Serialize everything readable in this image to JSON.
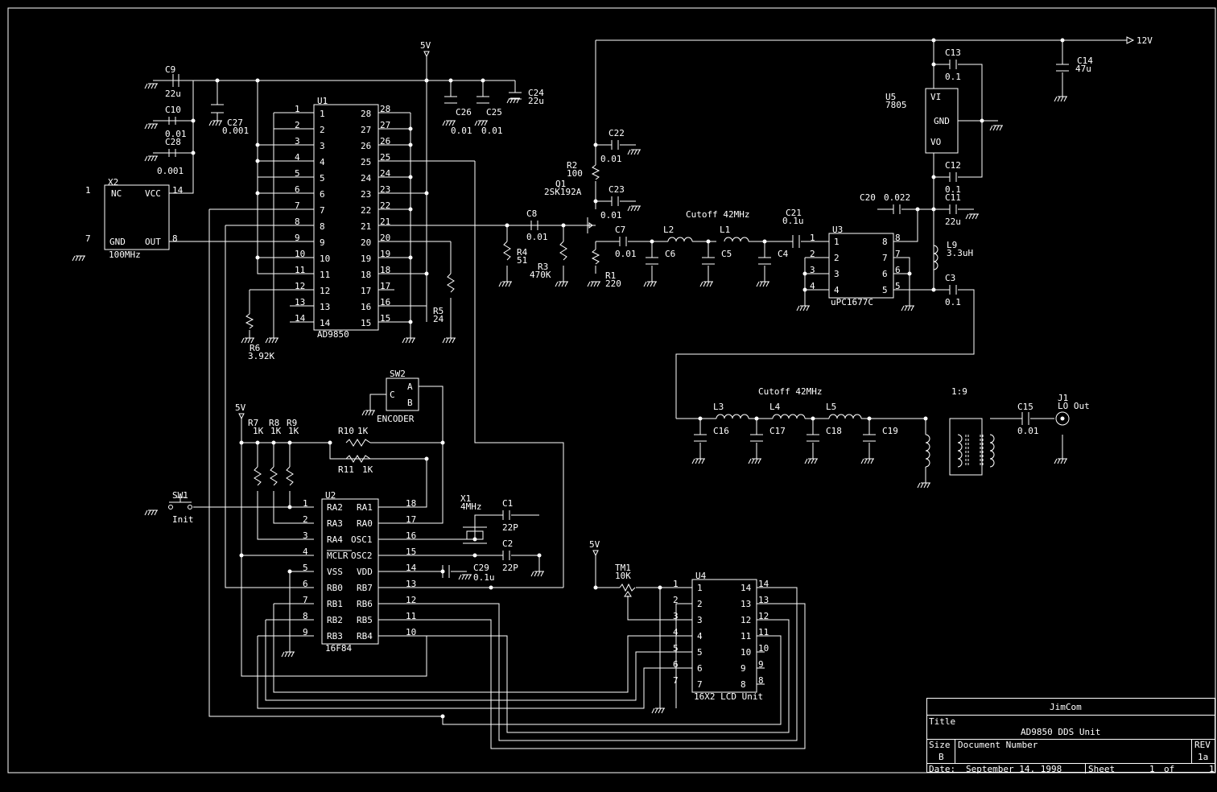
{
  "components": {
    "U1": {
      "ref": "U1",
      "value": "AD9850"
    },
    "U2": {
      "ref": "U2",
      "value": "16F84"
    },
    "U3": {
      "ref": "U3",
      "value": "uPC1677C"
    },
    "U4": {
      "ref": "U4",
      "value": "16X2 LCD Unit"
    },
    "U5": {
      "ref": "U5",
      "value": "7805"
    },
    "X1": {
      "ref": "X1",
      "value": "4MHz"
    },
    "X2": {
      "ref": "X2",
      "value": "100MHz"
    },
    "Q1": {
      "ref": "Q1",
      "value": "2SK192A"
    },
    "SW1": {
      "ref": "SW1",
      "value": "Init"
    },
    "SW2": {
      "ref": "SW2",
      "value": "ENCODER"
    },
    "TM1": {
      "ref": "TM1",
      "value": "10K"
    },
    "J1": {
      "ref": "J1",
      "value": "LO Out"
    },
    "C9": {
      "ref": "C9",
      "value": "22u"
    },
    "C10": {
      "ref": "C10",
      "value": "0.01"
    },
    "C28": {
      "ref": "C28",
      "value": "0.001"
    },
    "C27": {
      "ref": "C27",
      "value": "0.001"
    },
    "C26": {
      "ref": "C26",
      "value": "0.01"
    },
    "C25": {
      "ref": "C25",
      "value": "0.01"
    },
    "C24": {
      "ref": "C24",
      "value": "22u"
    },
    "C13": {
      "ref": "C13",
      "value": "0.1"
    },
    "C14": {
      "ref": "C14",
      "value": "47u"
    },
    "C12": {
      "ref": "C12",
      "value": "0.1"
    },
    "C11": {
      "ref": "C11",
      "value": "22u"
    },
    "C22": {
      "ref": "C22",
      "value": "0.01"
    },
    "C23": {
      "ref": "C23",
      "value": "0.01"
    },
    "C8": {
      "ref": "C8",
      "value": "0.01"
    },
    "C7": {
      "ref": "C7",
      "value": "0.01"
    },
    "C20": {
      "ref": "C20",
      "value": "0.022"
    },
    "C21": {
      "ref": "C21",
      "value": "0.1u"
    },
    "C3": {
      "ref": "C3",
      "value": "0.1"
    },
    "C15": {
      "ref": "C15",
      "value": "0.01"
    },
    "C29": {
      "ref": "C29",
      "value": "0.1u"
    },
    "C1": {
      "ref": "C1",
      "value": "22P"
    },
    "C2": {
      "ref": "C2",
      "value": "22P"
    },
    "R2": {
      "ref": "R2",
      "value": "100"
    },
    "R1": {
      "ref": "R1",
      "value": "220"
    },
    "R3": {
      "ref": "R3",
      "value": "470K"
    },
    "R4": {
      "ref": "R4",
      "value": "51"
    },
    "R5": {
      "ref": "R5",
      "value": "24"
    },
    "R6": {
      "ref": "R6",
      "value": "3.92K"
    },
    "R7": {
      "ref": "R7",
      "value": "1K"
    },
    "R8": {
      "ref": "R8",
      "value": "1K"
    },
    "R9": {
      "ref": "R9",
      "value": "1K"
    },
    "R10": {
      "ref": "R10",
      "value": "1K"
    },
    "R11": {
      "ref": "R11",
      "value": "1K"
    },
    "L9": {
      "ref": "L9",
      "value": "3.3uH"
    }
  },
  "unlabeled_refs": [
    "C6",
    "C5",
    "C4",
    "C16",
    "C17",
    "C18",
    "C19",
    "L1",
    "L2",
    "L3",
    "L4",
    "L5"
  ],
  "power_labels": {
    "v5": "5V",
    "v12": "12V"
  },
  "annotations": {
    "cutoff1": "Cutoff 42MHz",
    "cutoff2": "Cutoff 42MHz",
    "ratio": "1:9"
  },
  "pins": {
    "x2": {
      "nc": "NC",
      "vcc": "VCC",
      "gnd": "GND",
      "out": "OUT",
      "p1": "1",
      "p14": "14",
      "p7": "7",
      "p8": "8"
    },
    "u5": {
      "vi": "VI",
      "gnd": "GND",
      "vo": "VO"
    },
    "sw2": {
      "a": "A",
      "b": "B",
      "c": "C"
    },
    "u1_left": [
      "1",
      "2",
      "3",
      "4",
      "5",
      "6",
      "7",
      "8",
      "9",
      "10",
      "11",
      "12",
      "13",
      "14"
    ],
    "u1_right": [
      "28",
      "27",
      "26",
      "25",
      "24",
      "23",
      "22",
      "21",
      "20",
      "19",
      "18",
      "17",
      "16",
      "15"
    ],
    "u2_left": [
      {
        "num": "1",
        "name": "RA2"
      },
      {
        "num": "2",
        "name": "RA3"
      },
      {
        "num": "3",
        "name": "RA4"
      },
      {
        "num": "4",
        "name": "MCLR"
      },
      {
        "num": "5",
        "name": "VSS"
      },
      {
        "num": "6",
        "name": "RB0"
      },
      {
        "num": "7",
        "name": "RB1"
      },
      {
        "num": "8",
        "name": "RB2"
      },
      {
        "num": "9",
        "name": "RB3"
      }
    ],
    "u2_right": [
      {
        "num": "18",
        "name": "RA1"
      },
      {
        "num": "17",
        "name": "RA0"
      },
      {
        "num": "16",
        "name": "OSC1"
      },
      {
        "num": "15",
        "name": "OSC2"
      },
      {
        "num": "14",
        "name": "VDD"
      },
      {
        "num": "13",
        "name": "RB7"
      },
      {
        "num": "12",
        "name": "RB6"
      },
      {
        "num": "11",
        "name": "RB5"
      },
      {
        "num": "10",
        "name": "RB4"
      }
    ],
    "u3_left": [
      "1",
      "2",
      "3",
      "4"
    ],
    "u3_right": [
      "8",
      "7",
      "6",
      "5"
    ],
    "u4_left": [
      "1",
      "2",
      "3",
      "4",
      "5",
      "6",
      "7"
    ],
    "u4_right": [
      "14",
      "13",
      "12",
      "11",
      "10",
      "9",
      "8"
    ]
  },
  "title_block": {
    "company": "JimCom",
    "title_label": "Title",
    "title": "AD9850 DDS Unit",
    "size_label": "Size",
    "size": "B",
    "docnum_label": "Document Number",
    "rev_label": "REV",
    "rev": "1a",
    "date_label": "Date:",
    "date": "September 14, 1998",
    "sheet_label": "Sheet",
    "sheet": "1",
    "of_label": "of",
    "sheet_total": "1"
  }
}
